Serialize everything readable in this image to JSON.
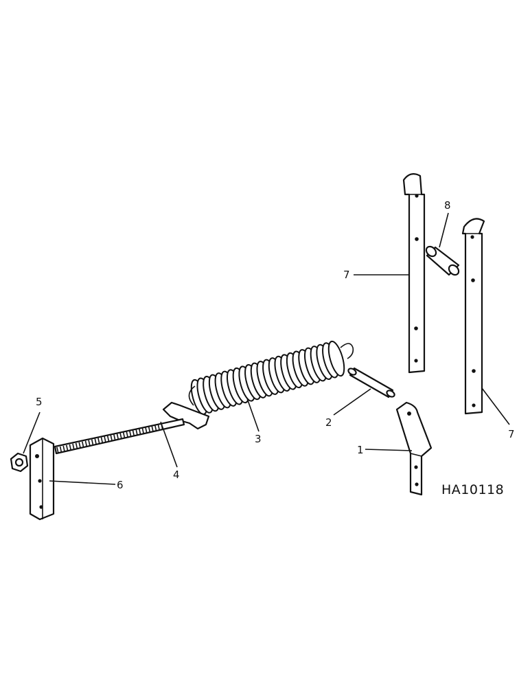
{
  "figure_id": "HA10118",
  "callouts": {
    "c1": "1",
    "c2": "2",
    "c3": "3",
    "c4": "4",
    "c5": "5",
    "c6": "6",
    "c7a": "7",
    "c7b": "7",
    "c8": "8"
  }
}
